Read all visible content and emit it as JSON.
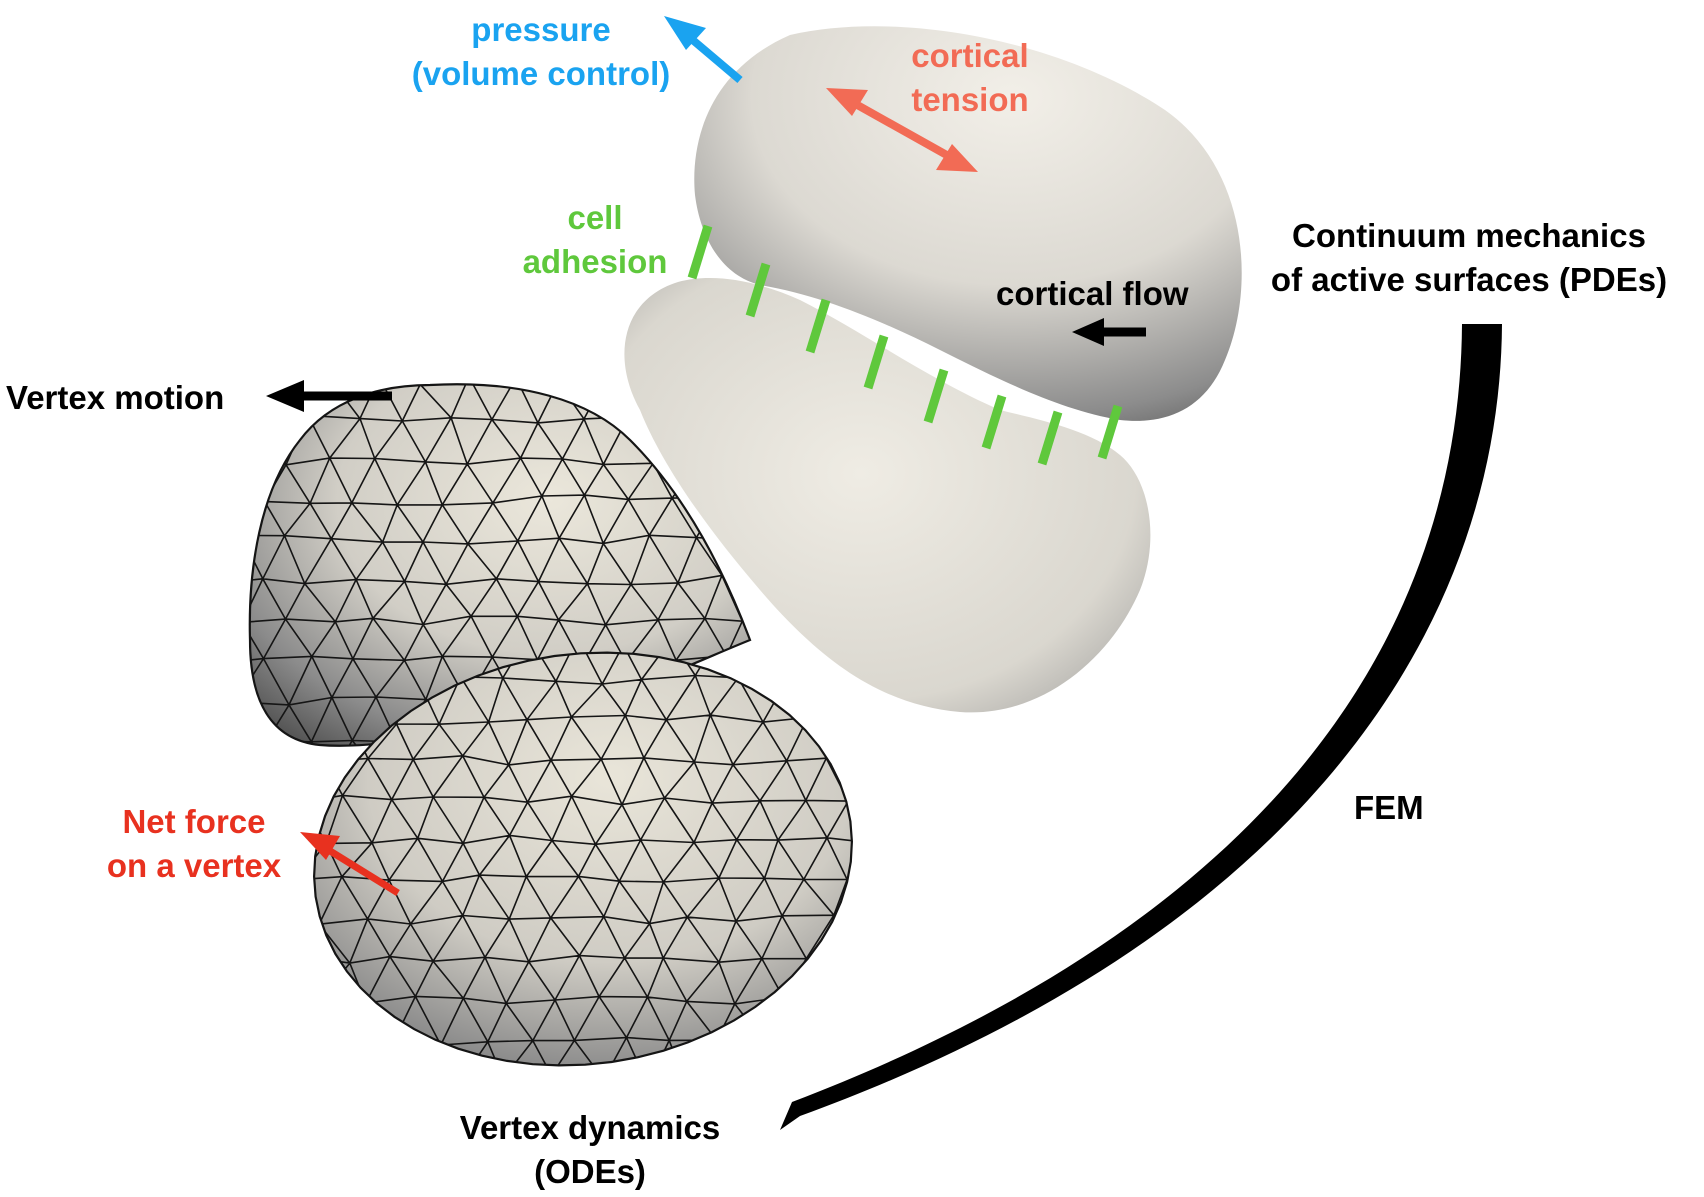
{
  "labels": {
    "pressure": [
      "pressure",
      "(volume control)"
    ],
    "cortical_tension": [
      "cortical",
      "tension"
    ],
    "cell_adhesion": [
      "cell",
      "adhesion"
    ],
    "cortical_flow": "cortical flow",
    "continuum": [
      "Continuum mechanics",
      "of active surfaces (PDEs)"
    ],
    "vertex_motion": "Vertex motion",
    "fem": "FEM",
    "net_force": [
      "Net force",
      "on a vertex"
    ],
    "vertex_dynamics": [
      "Vertex dynamics",
      "(ODEs)"
    ]
  },
  "colors": {
    "pressure": "#1aa3f0",
    "cortical_tension": "#f26b55",
    "cell_adhesion": "#5fc83c",
    "net_force": "#e8311f",
    "text": "#000000",
    "surface_light": "#ebe8e0",
    "surface_dark": "#5e5e5e",
    "mesh_edge": "#151515"
  }
}
